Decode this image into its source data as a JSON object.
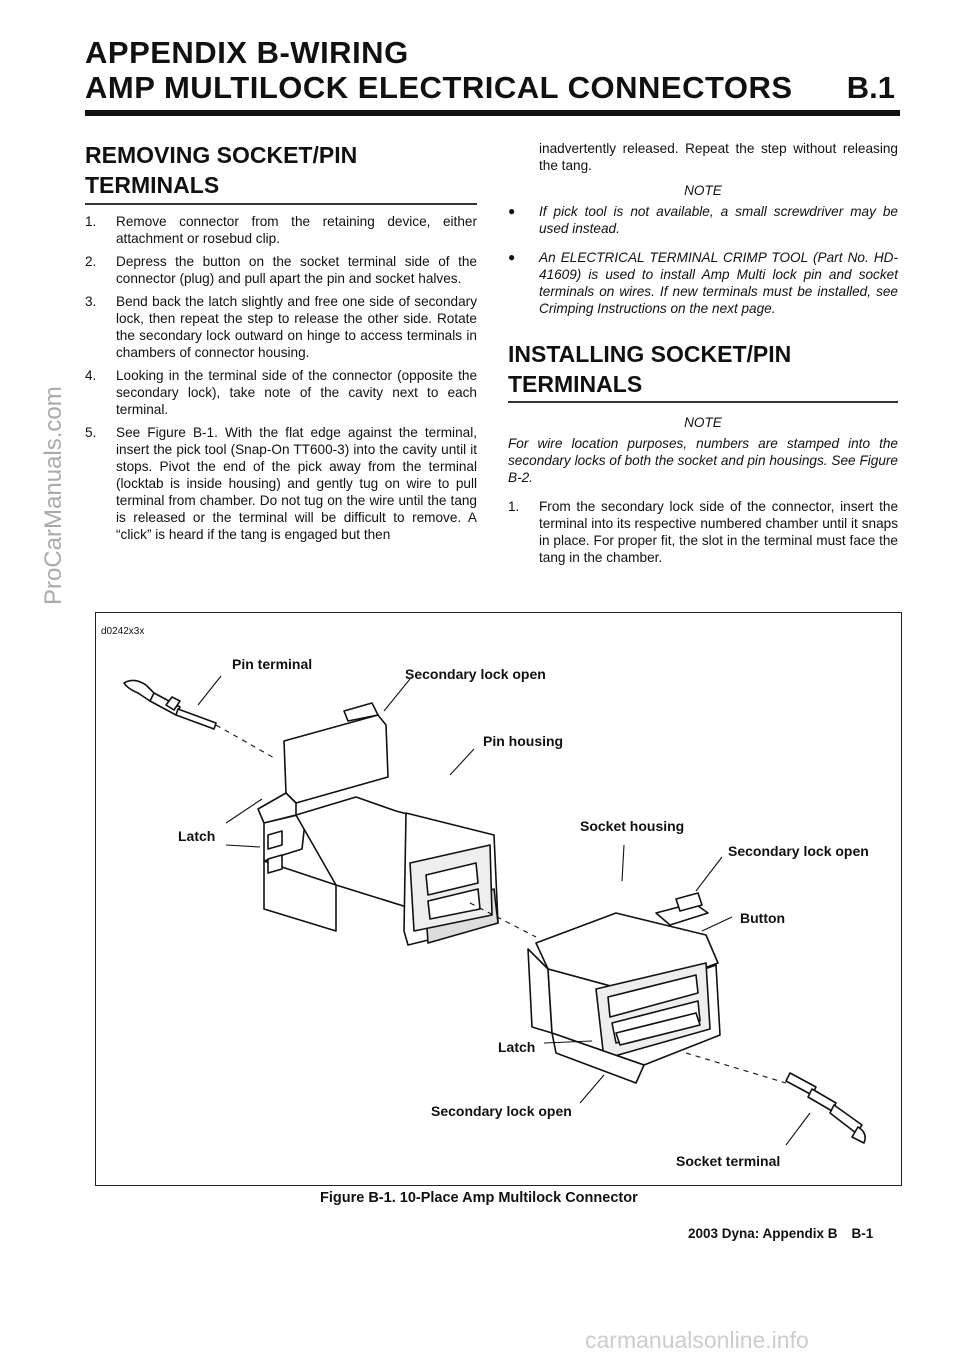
{
  "header": {
    "line1": "APPENDIX B-WIRING",
    "line2": "AMP MULTILOCK ELECTRICAL CONNECTORS",
    "section": "B.1"
  },
  "removing": {
    "title_line1": "REMOVING SOCKET/PIN",
    "title_line2": "TERMINALS",
    "steps": [
      {
        "num": "1.",
        "text": "Remove connector from the retaining device, either attachment or rosebud clip."
      },
      {
        "num": "2.",
        "text": "Depress the button on the socket terminal side of the connector (plug) and pull apart the pin and socket halves."
      },
      {
        "num": "3.",
        "text": "Bend back the latch slightly and free one side of secondary lock, then repeat the step to release the other side. Rotate the secondary lock outward on hinge to access terminals in chambers of connector housing."
      },
      {
        "num": "4.",
        "text": "Looking in the terminal side of the connector (opposite the secondary lock), take note of the cavity next to each terminal."
      },
      {
        "num": "5.",
        "text": "See Figure B-1. With the flat edge against the terminal, insert the pick tool (Snap-On TT600-3) into the cavity until it stops. Pivot the end of the pick away from the terminal (locktab is inside housing) and gently tug on wire to pull terminal from chamber. Do not tug on the wire until the tang is released or the terminal will be difficult to remove. A “click” is heard if the tang is engaged but then"
      }
    ],
    "continuation": "inadvertently released. Repeat the step without releasing the tang.",
    "note_heading": "NOTE",
    "bullets": [
      "If pick tool is not available, a small screwdriver may be used instead.",
      "An ELECTRICAL TERMINAL CRIMP TOOL (Part No. HD-41609) is used to install Amp Multi lock pin and socket terminals on wires. If new terminals must be installed, see Crimping Instructions on the next page."
    ]
  },
  "installing": {
    "title_line1": "INSTALLING SOCKET/PIN",
    "title_line2": "TERMINALS",
    "note_heading": "NOTE",
    "note_text": "For wire location purposes, numbers are stamped into the secondary locks of both the socket and pin housings. See Figure B-2.",
    "steps": [
      {
        "num": "1.",
        "text": "From the secondary lock side of the connector, insert the terminal into its respective numbered chamber until it snaps in place. For proper fit, the slot in the terminal must face the tang in the chamber."
      }
    ]
  },
  "figure": {
    "id": "d0242x3x",
    "labels": {
      "pin_terminal": "Pin terminal",
      "secondary_lock_open_1": "Secondary lock open",
      "pin_housing": "Pin housing",
      "latch_1": "Latch",
      "socket_housing": "Socket housing",
      "secondary_lock_open_2": "Secondary lock open",
      "button": "Button",
      "latch_2": "Latch",
      "secondary_lock_open_3": "Secondary lock open",
      "socket_terminal": "Socket terminal"
    },
    "caption": "Figure B-1. 10-Place Amp Multilock Connector"
  },
  "footer": {
    "book": "2003 Dyna: Appendix B",
    "page": "B-1"
  },
  "watermarks": {
    "side": "ProCarManuals.com",
    "bottom": "carmanualsonline.info"
  }
}
